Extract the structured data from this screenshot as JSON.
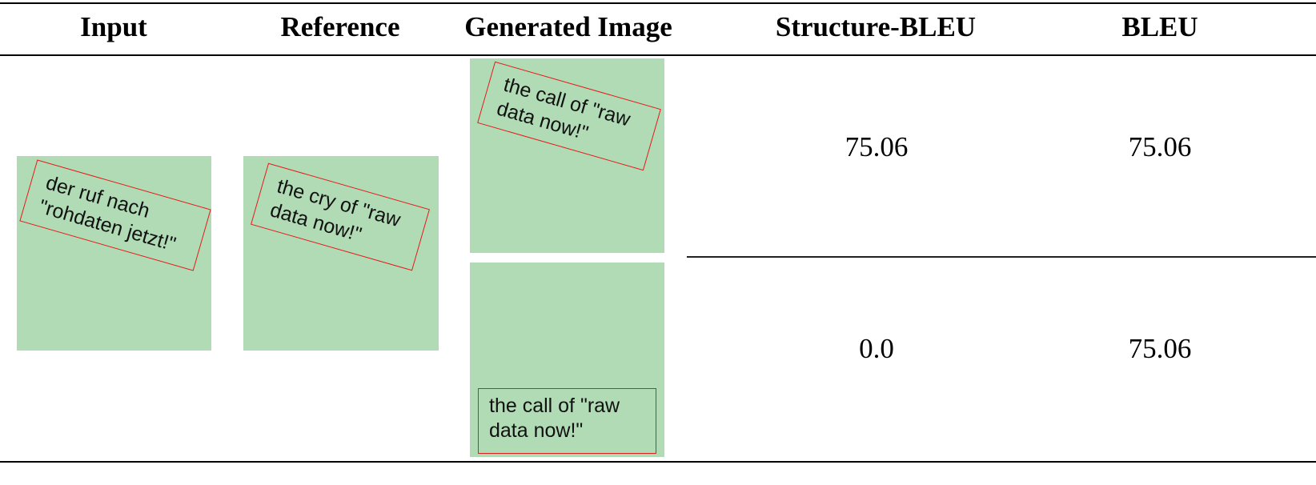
{
  "table": {
    "headers": {
      "input": "Input",
      "reference": "Reference",
      "generated": "Generated Image",
      "structure_bleu": "Structure-BLEU",
      "bleu": "BLEU"
    },
    "input_text": "der ruf nach\n\"rohdaten jetzt!\"",
    "reference_text": "the cry of \"raw\ndata now!\"",
    "rows": [
      {
        "generated_text": "the call of \"raw\ndata now!\"",
        "generated_box_rotated": true,
        "structure_bleu": "75.06",
        "bleu": "75.06"
      },
      {
        "generated_text": "the call of \"raw\ndata now!\"",
        "generated_box_rotated": false,
        "structure_bleu": "0.0",
        "bleu": "75.06"
      }
    ]
  },
  "colors": {
    "tile_background": "#b0dbb5",
    "box_border": "#e51c1c"
  }
}
